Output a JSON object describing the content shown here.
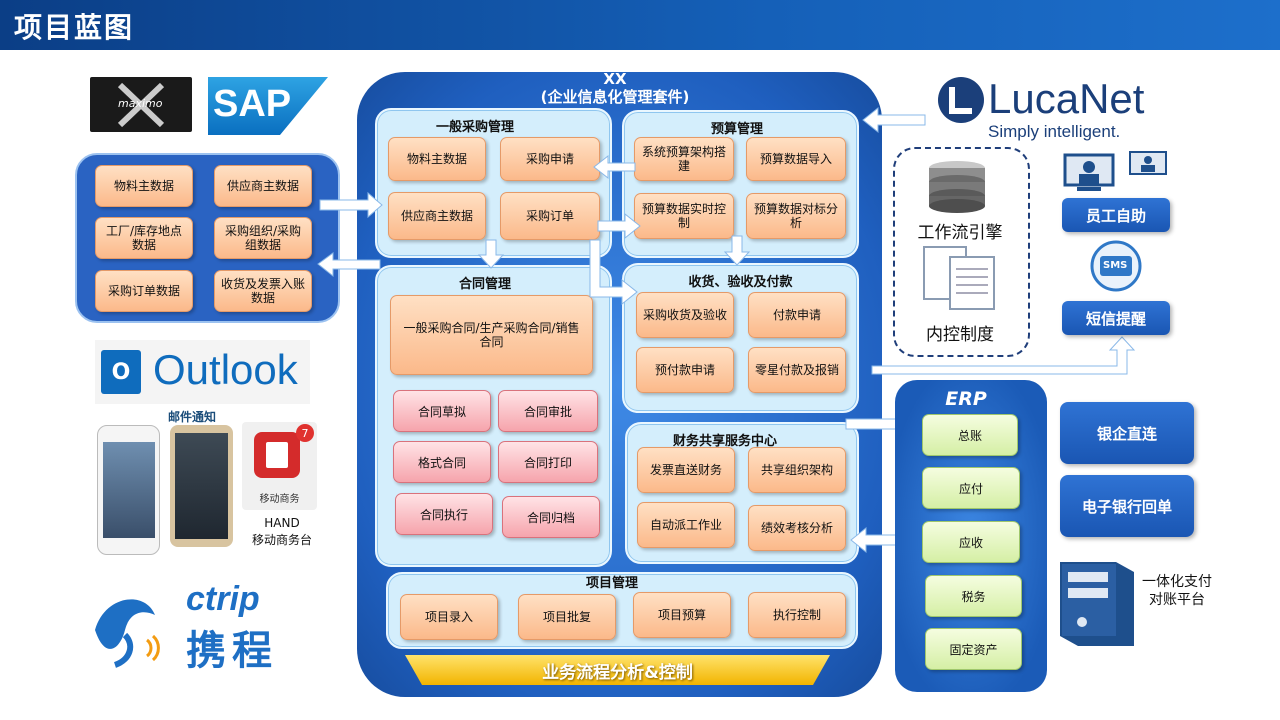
{
  "header": {
    "title": "项目蓝图"
  },
  "center": {
    "title_line1": "XX",
    "title_line2": "(企业信息化管理套件)"
  },
  "procurement": {
    "title": "一般采购管理",
    "items": [
      "物料主数据",
      "采购申请",
      "供应商主数据",
      "采购订单"
    ]
  },
  "budget": {
    "title": "预算管理",
    "items": [
      "系统预算架构搭建",
      "预算数据导入",
      "预算数据实时控制",
      "预算数据对标分析"
    ]
  },
  "contract": {
    "title": "合同管理",
    "main": "一般采购合同/生产采购合同/销售合同",
    "items": [
      "合同草拟",
      "合同审批",
      "格式合同",
      "合同打印",
      "合同执行",
      "合同归档"
    ]
  },
  "receiving": {
    "title": "收货、验收及付款",
    "items": [
      "采购收货及验收",
      "付款申请",
      "预付款申请",
      "零星付款及报销"
    ]
  },
  "finance": {
    "title": "财务共享服务中心",
    "items": [
      "发票直送财务",
      "共享组织架构",
      "自动派工作业",
      "绩效考核分析"
    ]
  },
  "project": {
    "title": "项目管理",
    "items": [
      "项目录入",
      "项目批复",
      "项目预算",
      "执行控制"
    ]
  },
  "banner": {
    "text": "业务流程分析&控制"
  },
  "master_data": {
    "items": [
      "物料主数据",
      "供应商主数据",
      "工厂/库存地点数据",
      "采购组织/采购组数据",
      "采购订单数据",
      "收货及发票入账数据"
    ]
  },
  "logos": {
    "maximo": "maximo",
    "sap": "SAP",
    "outlook": "Outlook",
    "lucanet": "LucaNet",
    "lucanet_tagline": "Simply intelligent.",
    "ctrip_en": "ctrip",
    "ctrip_cn": "携程"
  },
  "mail": {
    "label": "邮件通知",
    "app_label": "移动商务",
    "badge": "7",
    "hand_line1": "HAND",
    "hand_line2": "移动商务台"
  },
  "workflow": {
    "engine": "工作流引擎",
    "control": "内控制度"
  },
  "right": {
    "self_service": "员工自助",
    "sms": "短信提醒",
    "sms_icon_text": "SMS",
    "bank_connect": "银企直连",
    "ebank": "电子银行回单",
    "pay_platform": "一体化支付对账平台"
  },
  "erp": {
    "title": "ERP",
    "items": [
      "总账",
      "应付",
      "应收",
      "税务",
      "固定资产"
    ]
  },
  "colors": {
    "header": "#1560b8",
    "panel": "#2a6fd0",
    "box": "#fbb98a",
    "arrow": "#ffffff"
  }
}
